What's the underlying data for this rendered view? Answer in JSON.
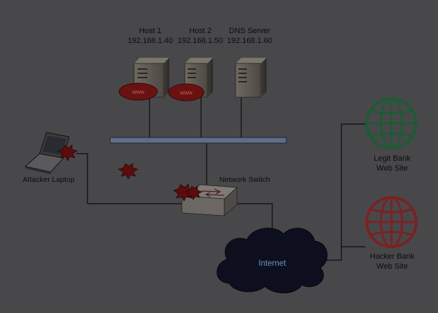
{
  "hosts": [
    {
      "name": "Host 1",
      "ip": "192.168.1.40",
      "badge": "www"
    },
    {
      "name": "Host 2",
      "ip": "192.168.1.50",
      "badge": "www"
    }
  ],
  "dns_server": {
    "name": "DNS Server",
    "ip": "192.168.1.60"
  },
  "attacker": {
    "name": "Attacker Laptop"
  },
  "switch": {
    "name": "Network Switch"
  },
  "internet": {
    "name": "Internet"
  },
  "legit_site": {
    "line1": "Legit Bank",
    "line2": "Web Site"
  },
  "hacker_site": {
    "line1": "Hacker Bank",
    "line2": "Web Site"
  },
  "colors": {
    "background": "#48484b",
    "bus": "#5d6e86",
    "legit_globe": "#1f5a35",
    "hacker_globe": "#7a2222",
    "badge": "#6a1212",
    "splat": "#5c0c0c",
    "cloud": "#0d0f1e",
    "internet_text": "#6f8fc4"
  }
}
